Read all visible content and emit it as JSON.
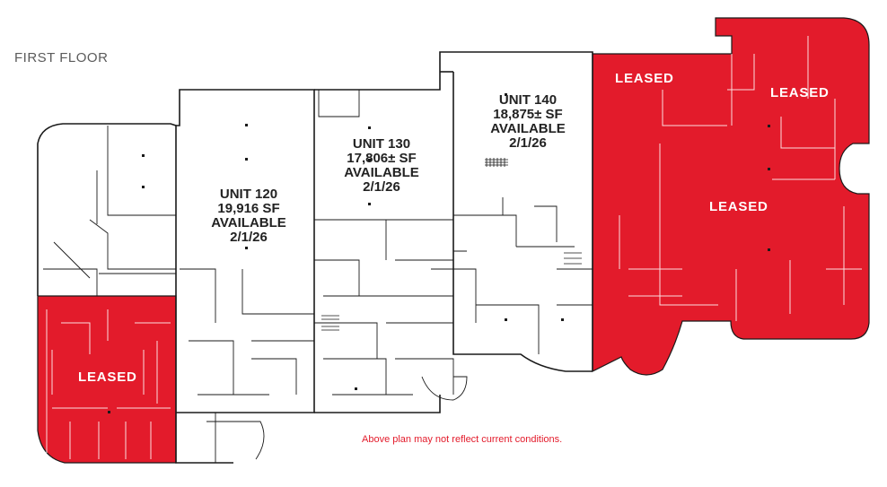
{
  "floor_title": "FIRST FLOOR",
  "colors": {
    "leased": "#e31b2b",
    "wall": "#1a1a1a",
    "note": "#e31b2b"
  },
  "units": [
    {
      "name": "UNIT 120",
      "area": "19,916 SF",
      "status": "AVAILABLE",
      "date": "2/1/26"
    },
    {
      "name": "UNIT 130",
      "area": "17,806± SF",
      "status": "AVAILABLE",
      "date": "2/1/26"
    },
    {
      "name": "UNIT 140",
      "area": "18,875± SF",
      "status": "AVAILABLE",
      "date": "2/1/26"
    }
  ],
  "leased_label": "LEASED",
  "disclaimer": "Above plan may not reflect current conditions."
}
